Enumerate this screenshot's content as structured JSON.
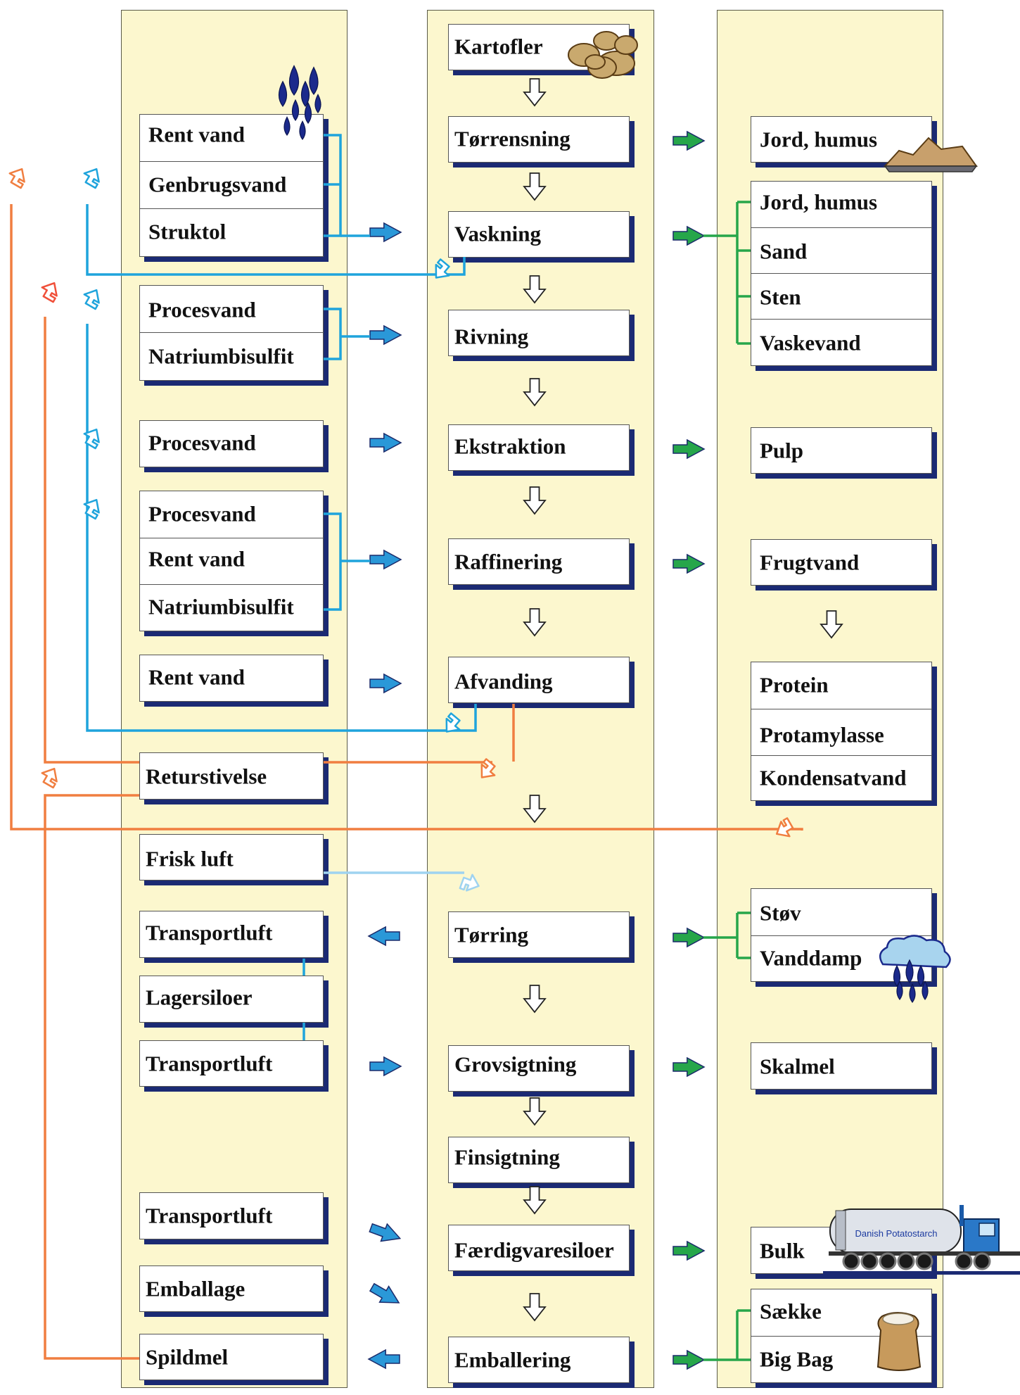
{
  "columns": {
    "inputs": [
      {
        "group": [
          "Rent vand",
          "Genbrugsvand",
          "Struktol"
        ]
      },
      {
        "group": [
          "Procesvand",
          "Natriumbisulfit"
        ]
      },
      {
        "group": [
          "Procesvand"
        ]
      },
      {
        "group": [
          "Procesvand",
          "Rent vand",
          "Natriumbisulfit"
        ]
      },
      {
        "group": [
          "Rent vand"
        ]
      },
      {
        "group": [
          "Returstivelse"
        ]
      },
      {
        "group": [
          "Frisk luft"
        ]
      },
      {
        "group": [
          "Transportluft"
        ]
      },
      {
        "group": [
          "Lagersiloer"
        ]
      },
      {
        "group": [
          "Transportluft"
        ]
      },
      {
        "group": [
          "Transportluft"
        ]
      },
      {
        "group": [
          "Emballage"
        ]
      },
      {
        "group": [
          "Spildmel"
        ]
      }
    ],
    "process": [
      "Kartofler",
      "Tørrensning",
      "Vaskning",
      "Rivning",
      "Ekstraktion",
      "Raffinering",
      "Afvanding",
      "Tørring",
      "Grovsigtning",
      "Finsigtning",
      "Færdigvaresiloer",
      "Emballering"
    ],
    "outputs": [
      {
        "group": [
          "Jord, humus"
        ]
      },
      {
        "group": [
          "Jord, humus",
          "Sand",
          "Sten",
          "Vaskevand"
        ]
      },
      {
        "group": [
          "Pulp"
        ]
      },
      {
        "group": [
          "Frugtvand"
        ]
      },
      {
        "group": [
          "Protein",
          "Protamylasse",
          "Kondensatvand"
        ]
      },
      {
        "group": [
          "Støv",
          "Vanddamp"
        ]
      },
      {
        "group": [
          "Skalmel"
        ]
      },
      {
        "group": [
          "Bulk"
        ]
      },
      {
        "group": [
          "Sække",
          "Big Bag"
        ]
      }
    ]
  },
  "truck_text": "Danish Potatostarch",
  "colors": {
    "panel": "#fcf7ce",
    "shadow": "#1b2a73",
    "input_arrow": "#2a98d8",
    "output_arrow": "#26a64a",
    "water_line": "#1fa4dc",
    "starch_line": "#f07e40",
    "air_line": "#9fd3f0",
    "drop": "#1b2a8c"
  },
  "icons": [
    "potato-icon",
    "water-drops-icon",
    "soil-pile-icon",
    "rain-cloud-icon",
    "tanker-truck-icon",
    "sack-icon"
  ]
}
